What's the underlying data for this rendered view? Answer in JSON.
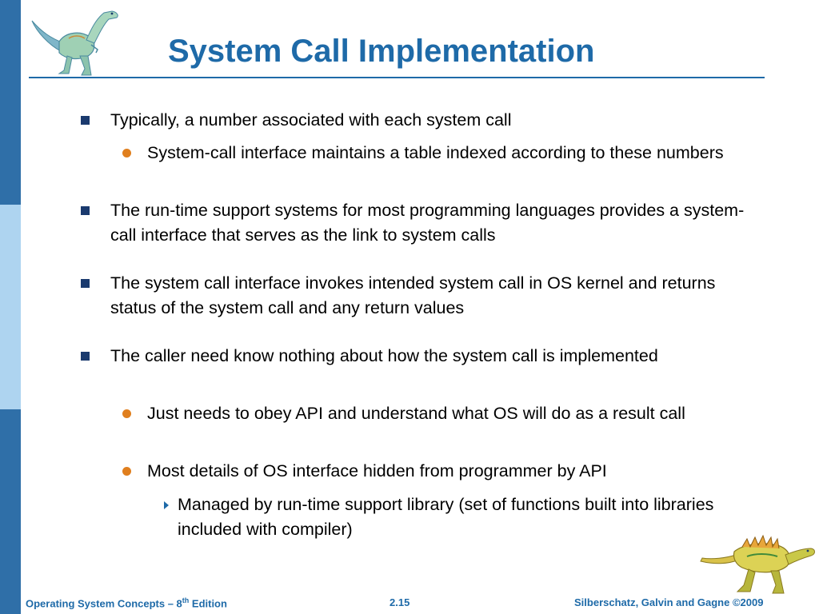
{
  "slide": {
    "title": "System Call Implementation",
    "bullets": [
      {
        "text": "Typically, a number associated with each system call"
      },
      {
        "text": "System-call interface maintains a table indexed according to these numbers"
      },
      {
        "text": "The run-time support systems for most programming languages provides a system-call interface that serves as the link to system calls"
      },
      {
        "text": "The system call interface invokes intended system call in OS kernel and returns status of the system call and any return values"
      },
      {
        "text": "The caller need know nothing about how the system call is implemented"
      },
      {
        "text": "Just needs to obey API and understand what OS will do as a result call"
      },
      {
        "text": "Most details of  OS interface hidden from programmer by API"
      },
      {
        "text": "Managed by run-time support library (set of functions built into libraries included with compiler)"
      }
    ]
  },
  "footer": {
    "left_prefix": "Operating System Concepts – 8",
    "left_sup": "th",
    "left_suffix": " Edition",
    "page": "2.15",
    "right": "Silberschatz, Galvin and Gagne ©2009"
  },
  "colors": {
    "accent": "#1e6aa8",
    "sidebar_dark": "#2f6fa8",
    "sidebar_light": "#aed4f0",
    "bullet_square": "#1a3a6e",
    "bullet_circle": "#e07f1e"
  },
  "icons": {
    "top_left": "dinosaur-icon",
    "bottom_right": "dinosaur-icon"
  }
}
